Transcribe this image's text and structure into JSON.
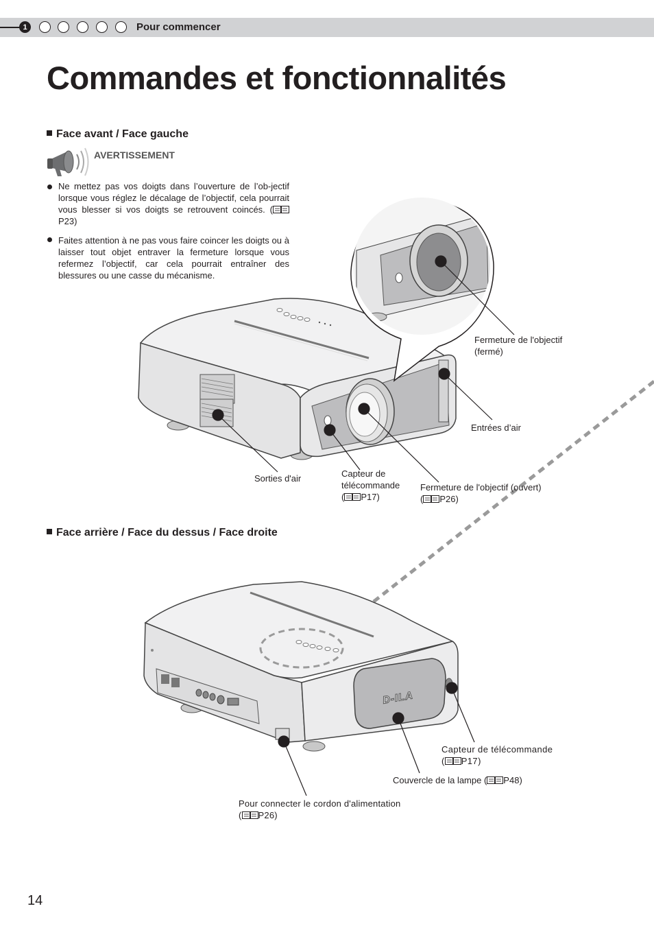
{
  "header": {
    "chapter_number": "1",
    "section": "Pour commencer"
  },
  "title": "Commandes et fonctionnalités",
  "front_section": {
    "heading": "Face avant / Face gauche",
    "warning_label": "AVERTISSEMENT",
    "warnings": [
      {
        "text": "Ne mettez pas vos doigts dans l’ouverture de l’ob-jectif lorsque vous réglez le décalage de l’objectif, cela pourrait vous blesser si vos doigts se retrouvent coincés. (",
        "ref": "P23",
        "tail": ")"
      },
      {
        "text": "Faites attention à ne pas vous faire coincer les doigts ou à laisser tout objet entraver la fermeture lorsque vous refermez l’objectif, car cela pourrait entraîner des blessures ou une casse du mécanisme.",
        "ref": "",
        "tail": ""
      }
    ],
    "callouts": {
      "lens_cover_closed_1": "Fermeture de l'objectif",
      "lens_cover_closed_2": "(fermé)",
      "air_inlets": "Entrées d’air",
      "air_outlets": "Sorties d'air",
      "remote_sensor_1": "Capteur de",
      "remote_sensor_2": "télécommande",
      "remote_sensor_ref": "P17",
      "lens_cover_open": "Fermeture de l'objectif (ouvert)",
      "lens_cover_open_ref": "P26"
    }
  },
  "rear_section": {
    "heading": "Face arrière / Face du dessus / Face droite",
    "brand_logo": "D-ILA",
    "callouts": {
      "remote_sensor": "Capteur de télécommande",
      "remote_sensor_ref": "P17",
      "lamp_cover": "Couvercle de la lampe (",
      "lamp_cover_ref": "P48",
      "power_cord": "Pour connecter le cordon d'alimentation",
      "power_cord_ref": "P26"
    }
  },
  "page_number": "14",
  "colors": {
    "header_band": "#d1d2d4",
    "text": "#231f20",
    "projector_body": "#eeeeee",
    "dashed_pointer": "#9a9a9a"
  }
}
